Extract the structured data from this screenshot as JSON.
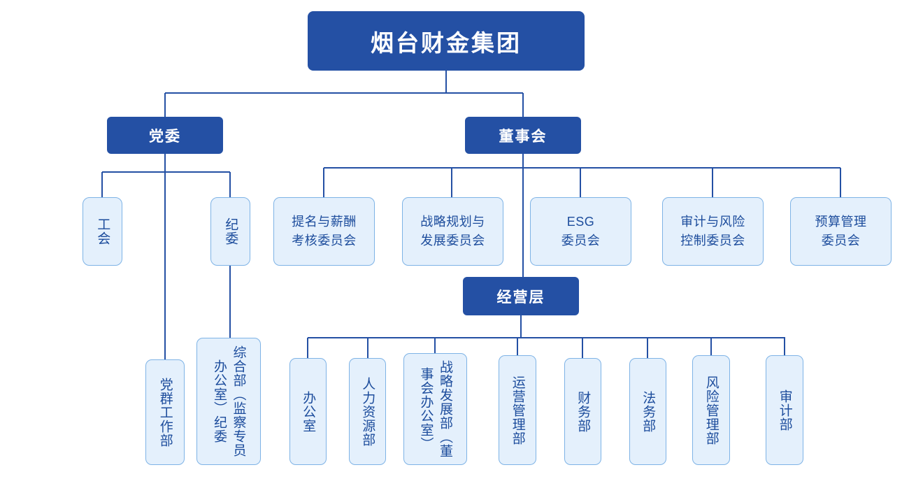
{
  "chart_data": {
    "type": "diagram",
    "diagram_type": "organization-chart",
    "title": "烟台财金集团",
    "orientation": "top-down",
    "colors": {
      "primary_fill": "#2450a4",
      "primary_text": "#ffffff",
      "secondary_fill": "#e4f0fc",
      "secondary_border": "#7eb3e6",
      "secondary_text": "#1c4c9c",
      "connector": "#2450a4",
      "background": "#ffffff"
    }
  },
  "root": {
    "label": "烟台财金集团"
  },
  "level2": {
    "party": {
      "label": "党委"
    },
    "board": {
      "label": "董事会"
    }
  },
  "management": {
    "label": "经营层"
  },
  "party_children": [
    {
      "label": "工会"
    },
    {
      "label": "纪委"
    }
  ],
  "board_committees": [
    {
      "label_line1": "提名与薪酬",
      "label_line2": "考核委员会"
    },
    {
      "label_line1": "战略规划与",
      "label_line2": "发展委员会"
    },
    {
      "label_line1": "ESG",
      "label_line2": "委员会"
    },
    {
      "label_line1": "审计与风险",
      "label_line2": "控制委员会"
    },
    {
      "label_line1": "预算管理",
      "label_line2": "委员会"
    }
  ],
  "party_departments": [
    {
      "label": "党群工作部"
    },
    {
      "label": "综合部（监察专员办公室）纪委"
    }
  ],
  "departments": [
    {
      "label": "办公室"
    },
    {
      "label": "人力资源部"
    },
    {
      "label": "战略发展部（董事会办公室）"
    },
    {
      "label": "运营管理部"
    },
    {
      "label": "财务部"
    },
    {
      "label": "法务部"
    },
    {
      "label": "风险管理部"
    },
    {
      "label": "审计部"
    }
  ]
}
